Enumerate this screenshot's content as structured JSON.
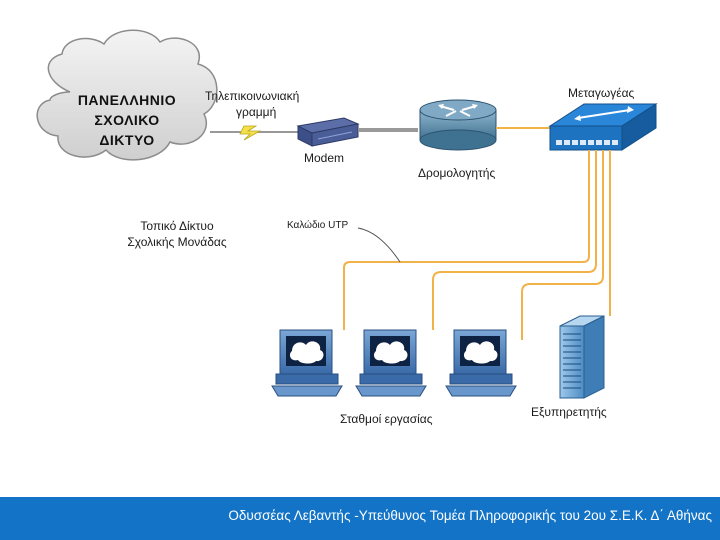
{
  "cloud": {
    "line1": "ΠΑΝΕΛΛΗΝΙΟ",
    "line2": "ΣΧΟΛΙΚΟ",
    "line3": "ΔΙΚΤΥΟ"
  },
  "labels": {
    "telecom_line1": "Τηλεπικοινωνιακή",
    "telecom_line2": "γραμμή",
    "modem": "Modem",
    "router": "Δρομολογητής",
    "switch": "Μεταγωγέας",
    "lan_line1": "Τοπικό Δίκτυο",
    "lan_line2": "Σχολικής Μονάδας",
    "cable": "Καλώδιο UTP",
    "workstations": "Σταθμοί εργασίας",
    "server": "Εξυπηρετητής"
  },
  "footer": {
    "text": "Οδυσσέας Λεβαντής -Υπεύθυνος Τομέα Πληροφορικής του 2ου Σ.Ε.Κ. Δ΄ Αθήνας"
  },
  "colors": {
    "cable": "#f2b24a",
    "footer_bg": "#1273c7",
    "switch_blue": "#2a86d8",
    "router_blue": "#5a8fb0"
  }
}
